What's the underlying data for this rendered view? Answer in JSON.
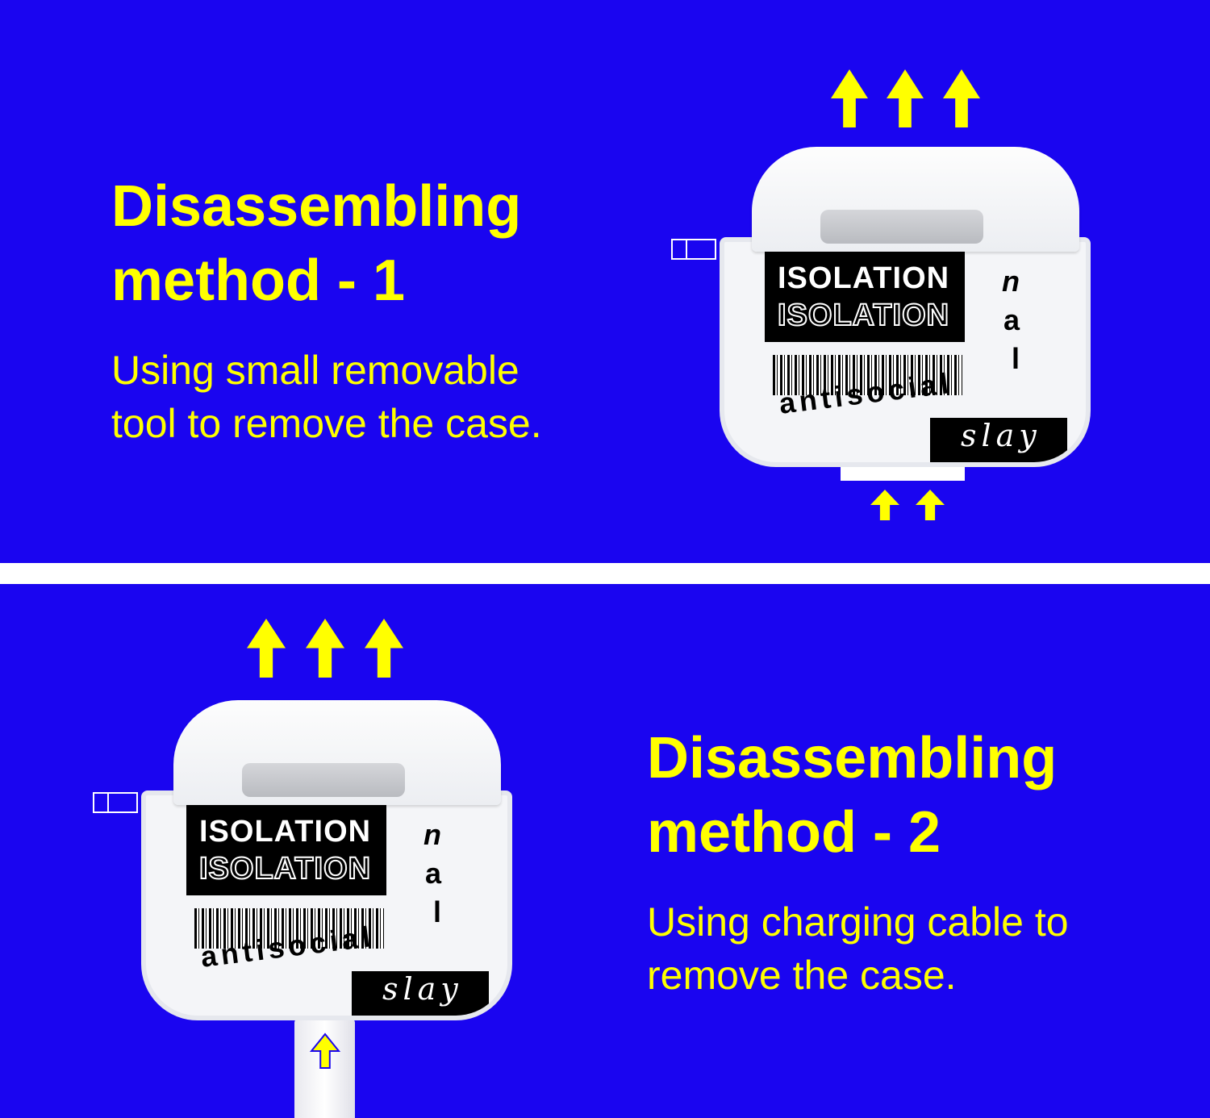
{
  "method1": {
    "title_line1": "Disassembling",
    "title_line2": "method - 1",
    "desc_line1": "Using small removable",
    "desc_line2": "tool to remove the case."
  },
  "method2": {
    "title_line1": "Disassembling",
    "title_line2": "method - 2",
    "desc_line1": "Using charging cable to",
    "desc_line2": "remove the case."
  },
  "case_print": {
    "word1": "ISOLATION",
    "word2": "antisocial",
    "word3": "slay",
    "letters": [
      "n",
      "a",
      "l"
    ]
  },
  "colors": {
    "background": "#1a05f0",
    "accent": "#ffff00",
    "divider": "#ffffff"
  },
  "icons": [
    "arrow-up-icon"
  ]
}
